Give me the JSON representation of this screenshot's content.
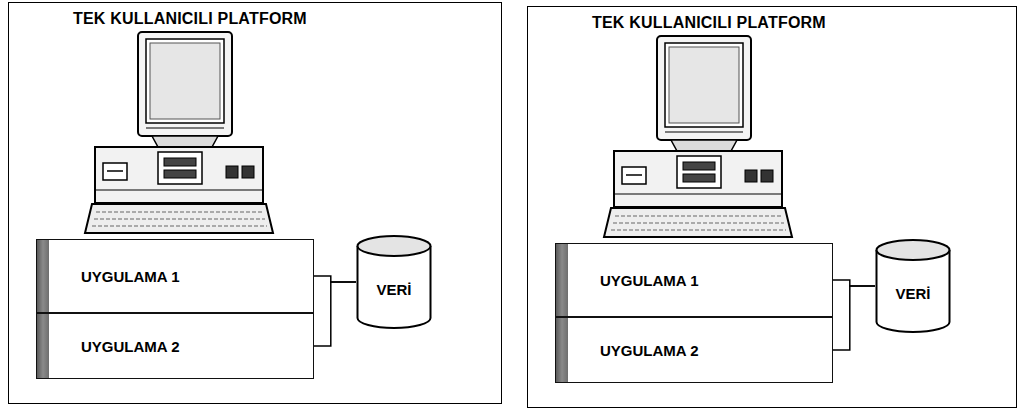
{
  "diagram": {
    "nodes": [
      {
        "text": [
          "TEK KULLANICILI PLATFORM"
        ]
      },
      {
        "text": [
          "UYGULAMA 1"
        ],
        "in": 0
      },
      {
        "text": [
          "UYGULAMA 2"
        ],
        "in": 0
      },
      {
        "text": [
          "VERİ"
        ],
        "in": 0
      },
      {
        "text": [
          "TEK KULLANICILI PLATFORM"
        ]
      },
      {
        "text": [
          "UYGULAMA 1"
        ],
        "in": 4
      },
      {
        "text": [
          "UYGULAMA 2"
        ],
        "in": 4
      },
      {
        "text": [
          "VERİ"
        ],
        "in": 4
      }
    ],
    "edges": [
      {
        "from": 1,
        "to": 3,
        "arrow": "none"
      },
      {
        "from": 2,
        "to": 3,
        "arrow": "none"
      },
      {
        "from": 5,
        "to": 7,
        "arrow": "none"
      },
      {
        "from": 6,
        "to": 7,
        "arrow": "none"
      }
    ]
  }
}
